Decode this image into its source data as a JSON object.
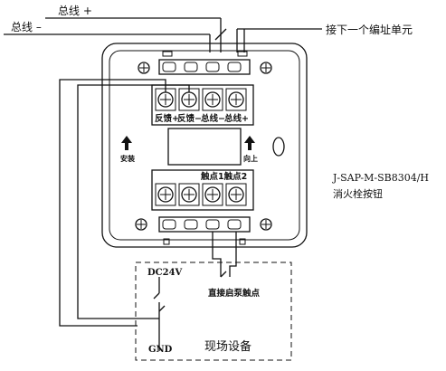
{
  "labels": {
    "bus_plus": "总线 +",
    "bus_minus": "总线 –",
    "next_unit": "接下一个编址单元",
    "model_code": "J-SAP-M-SB8304/H",
    "model_name": "消火栓按钮",
    "field_device": "现场设备",
    "dc24v": "DC24V",
    "gnd": "GND",
    "pump_contact": "直接启泵触点"
  },
  "terminals": {
    "top": [
      "反馈+",
      "反馈−",
      "总线−",
      "总线+"
    ],
    "bottom_header": "触点1触点2"
  },
  "arrows": {
    "left": "安装",
    "right": "向上"
  }
}
